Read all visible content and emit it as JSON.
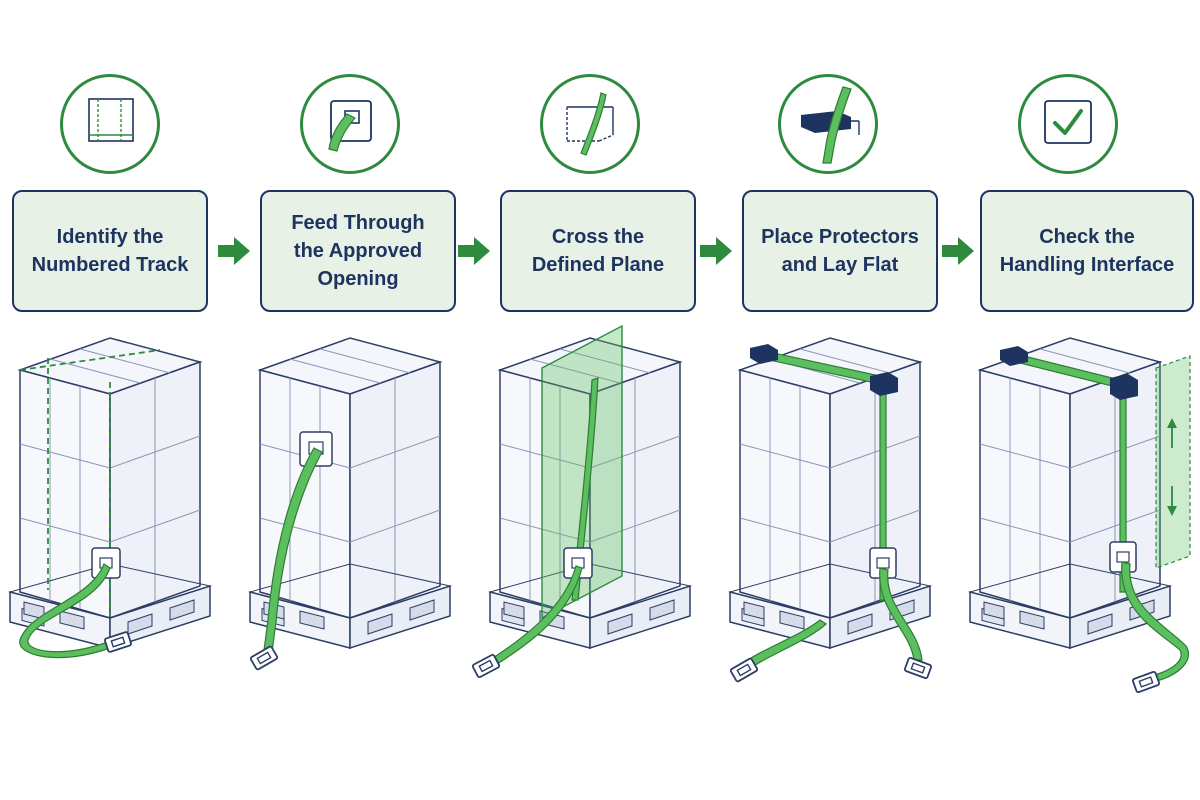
{
  "steps": [
    {
      "label": "Identify the\nNumbered Track",
      "icon": "numbered-track-icon"
    },
    {
      "label": "Feed Through\nthe Approved\nOpening",
      "icon": "opening-strap-icon"
    },
    {
      "label": "Cross the\nDefined Plane",
      "icon": "plane-strap-icon"
    },
    {
      "label": "Place Protectors\nand Lay Flat",
      "icon": "corner-protector-icon"
    },
    {
      "label": "Check the\nHandling Interface",
      "icon": "checkmark-icon"
    }
  ],
  "colors": {
    "accent_green": "#2e8b3e",
    "strap_green": "#5bbf5f",
    "navy": "#1d3461",
    "box_fill": "#e8f1e6"
  }
}
